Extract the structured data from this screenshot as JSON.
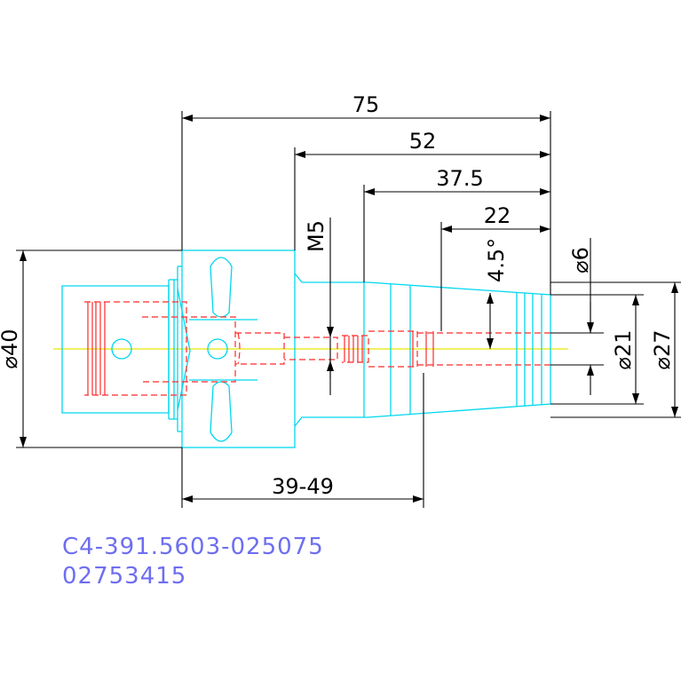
{
  "dimensions": {
    "overall_length": "75",
    "length_52": "52",
    "length_37_5": "37.5",
    "length_22": "22",
    "thread": "M5",
    "taper_angle": "4.5°",
    "dia_6": "⌀6",
    "dia_21": "⌀21",
    "dia_27": "⌀27",
    "dia_40": "⌀40",
    "range_39_49": "39-49"
  },
  "part": {
    "code": "C4-391.5603-025075",
    "number": "02753415"
  },
  "colors": {
    "outline": "#00d7ef",
    "hidden": "#ff2a2a",
    "center": "#e8e800",
    "text": "#6e6ef0"
  }
}
